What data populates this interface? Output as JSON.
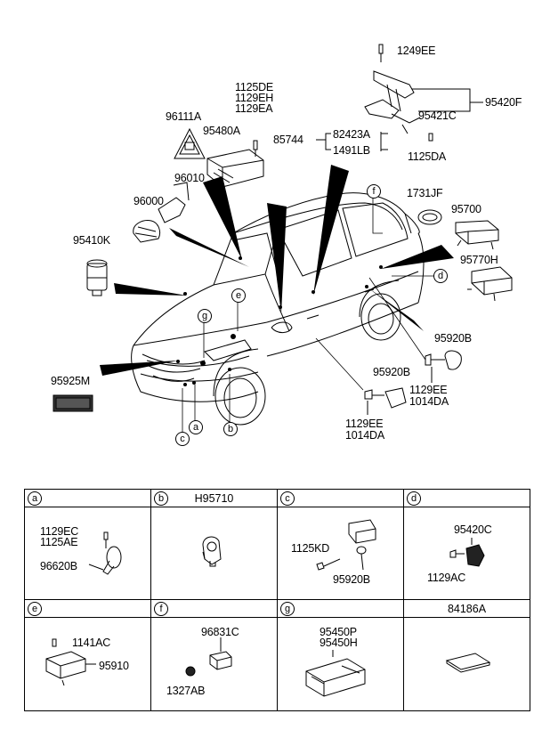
{
  "diagram": {
    "parts": {
      "p1249EE": "1249EE",
      "p95420F": "95420F",
      "p95421C": "95421C",
      "p1125DA": "1125DA",
      "p1125DE": "1125DE",
      "p1129EH": "1129EH",
      "p1129EA": "1129EA",
      "p96111A": "96111A",
      "p95480A": "95480A",
      "p85744": "85744",
      "p82423A": "82423A",
      "p1491LB": "1491LB",
      "p96010": "96010",
      "p96000": "96000",
      "p1731JF": "1731JF",
      "p95700": "95700",
      "p95410K": "95410K",
      "p95770H": "95770H",
      "p95920B_r": "95920B",
      "p95920B_m": "95920B",
      "p1129EE_r": "1129EE",
      "p1014DA_r": "1014DA",
      "p95925M": "95925M",
      "p1129EE_m": "1129EE",
      "p1014DA_m": "1014DA"
    },
    "callouts": {
      "c_f": "f",
      "c_e": "e",
      "c_g": "g",
      "c_d": "d",
      "c_c": "c",
      "c_a": "a",
      "c_b": "b"
    }
  },
  "detail_table": {
    "cells": [
      {
        "letter": "a",
        "title": "",
        "parts": [
          "1129EC",
          "1125AE",
          "96620B"
        ]
      },
      {
        "letter": "b",
        "title": "H95710",
        "parts": []
      },
      {
        "letter": "c",
        "title": "",
        "parts": [
          "1125KD",
          "95920B"
        ]
      },
      {
        "letter": "d",
        "title": "",
        "parts": [
          "95420C",
          "1129AC"
        ]
      },
      {
        "letter": "e",
        "title": "",
        "parts": [
          "1141AC",
          "95910"
        ]
      },
      {
        "letter": "f",
        "title": "",
        "parts": [
          "96831C",
          "1327AB"
        ]
      },
      {
        "letter": "g",
        "title": "",
        "parts": [
          "95450P",
          "95450H"
        ]
      },
      {
        "letter": "",
        "title": "84186A",
        "parts": []
      }
    ]
  }
}
